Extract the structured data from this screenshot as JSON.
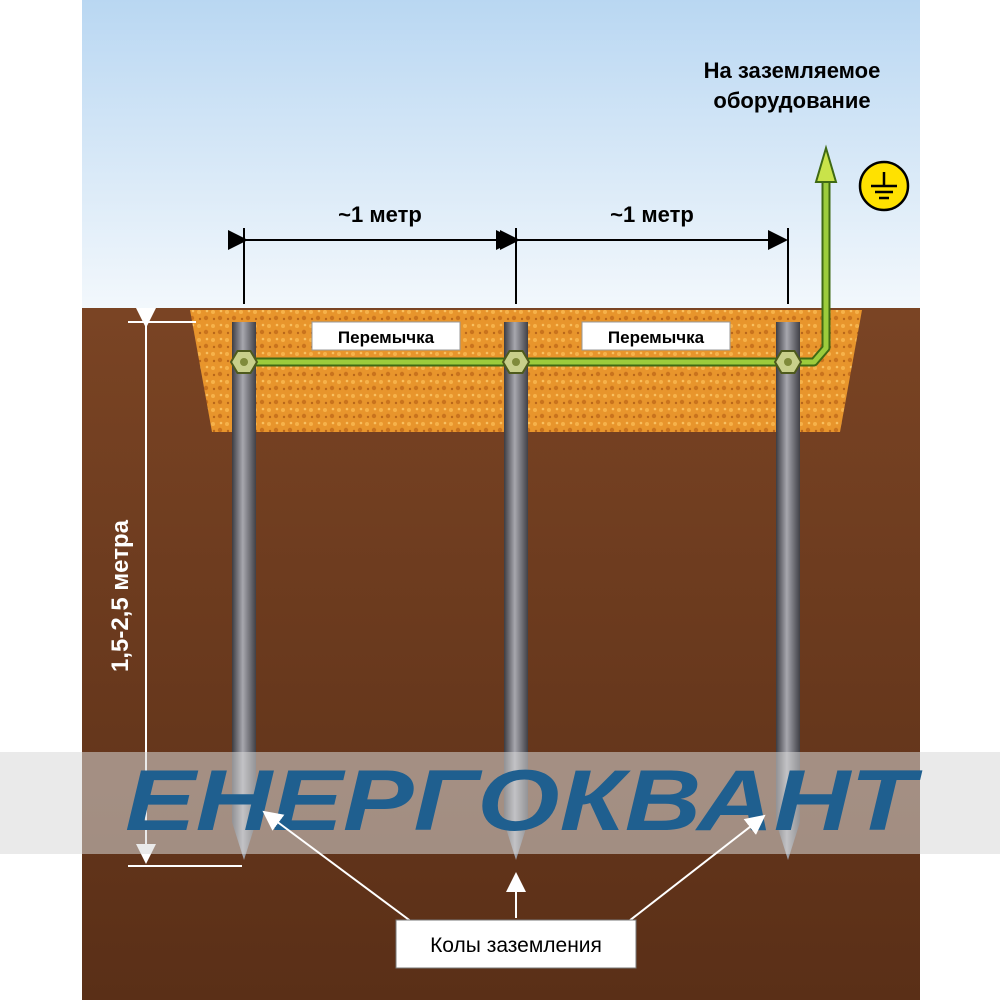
{
  "labels": {
    "equipment_line1": "На заземляемое",
    "equipment_line2": "оборудование",
    "spacing_left": "~1 метр",
    "spacing_right": "~1 метр",
    "jumper_left": "Перемычка",
    "jumper_right": "Перемычка",
    "depth": "1,5-2,5 метра",
    "rods": "Колы заземления"
  },
  "watermark": "ЕНЕРГОКВАНТ",
  "colors": {
    "sky_top": "#b9d7f2",
    "sky_bottom": "#eef5fb",
    "soil": "#6b3a1e",
    "trench": "#e8952c",
    "rod": "#5f5f66",
    "conductor": "#9ccc3c",
    "ground_symbol": "#ffe100",
    "watermark_text": "#1f5f8f"
  },
  "icons": {
    "ground_symbol": "earth-ground-icon",
    "clamp": "bolt-clamp-icon"
  }
}
